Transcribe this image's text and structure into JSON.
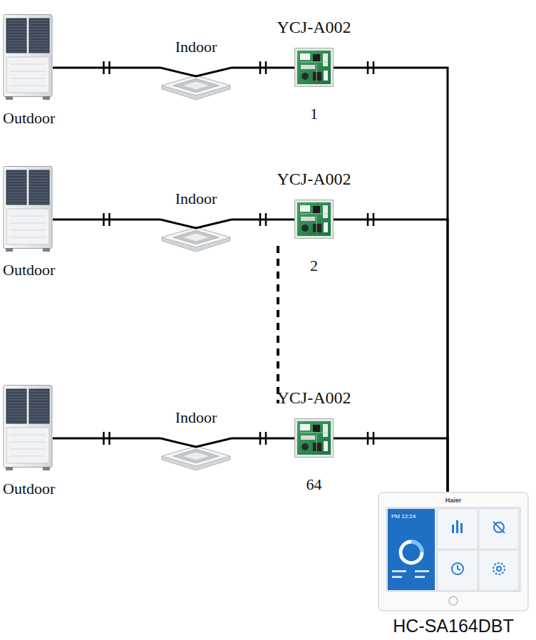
{
  "diagram": {
    "nodes": [
      {
        "text": [
          "Outdoor"
        ]
      },
      {
        "text": [
          "Indoor"
        ]
      },
      {
        "text": [
          "YCJ-A002",
          "1"
        ]
      },
      {
        "text": [
          "Outdoor"
        ]
      },
      {
        "text": [
          "Indoor"
        ]
      },
      {
        "text": [
          "YCJ-A002",
          "2"
        ]
      },
      {
        "text": [
          "Outdoor"
        ]
      },
      {
        "text": [
          "Indoor"
        ]
      },
      {
        "text": [
          "YCJ-A002",
          "64"
        ]
      },
      {
        "text": [
          "HC-SA164DBT"
        ]
      }
    ],
    "edges": [
      {
        "from": 0,
        "to": 1,
        "arrow": "none"
      },
      {
        "from": 1,
        "to": 2,
        "arrow": "none"
      },
      {
        "from": 2,
        "to": 9,
        "arrow": "none"
      },
      {
        "from": 3,
        "to": 4,
        "arrow": "none"
      },
      {
        "from": 4,
        "to": 5,
        "arrow": "none"
      },
      {
        "from": 5,
        "to": 9,
        "arrow": "none"
      },
      {
        "from": 6,
        "to": 7,
        "arrow": "none"
      },
      {
        "from": 7,
        "to": 8,
        "arrow": "none"
      },
      {
        "from": 8,
        "to": 9,
        "arrow": "none"
      }
    ],
    "labels": [
      "Haier",
      "PM 12:24"
    ]
  }
}
